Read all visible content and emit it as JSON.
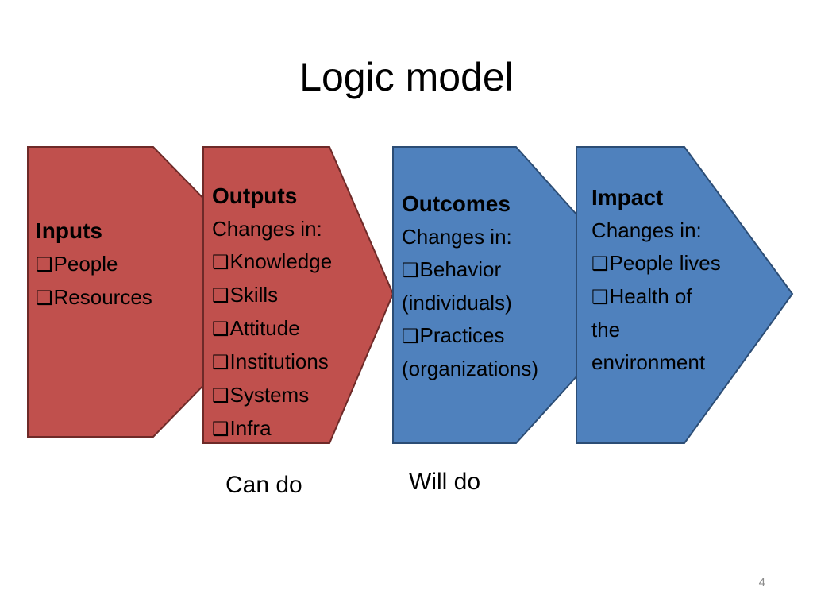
{
  "title": "Logic model",
  "colors": {
    "red_fill": "#c0504d",
    "blue_fill": "#4f81bd",
    "red_stroke": "#6e2a28",
    "blue_stroke": "#2c4d75"
  },
  "bullet_icon": "checkbox-square-icon",
  "stages": [
    {
      "heading": "Inputs",
      "intro": "",
      "items": [
        "People",
        "Resources"
      ]
    },
    {
      "heading": "Outputs",
      "intro": "Changes in:",
      "items": [
        "Knowledge",
        "Skills",
        "Attitude",
        "Institutions",
        "Systems",
        "Infra"
      ]
    },
    {
      "heading": "Outcomes",
      "intro": "Changes in:",
      "items": [
        "Behavior",
        "Practices"
      ],
      "notes": [
        "(individuals)",
        "(organizations)"
      ]
    },
    {
      "heading": "Impact",
      "intro": "Changes in:",
      "items": [
        "People lives",
        "Health of"
      ],
      "notes": [
        "the",
        "environment"
      ]
    }
  ],
  "labels": {
    "can_do": "Can do",
    "will_do": "Will do"
  },
  "slide_number": "4"
}
